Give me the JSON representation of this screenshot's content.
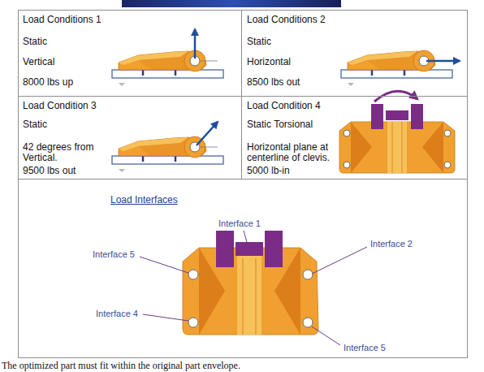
{
  "diagram": {
    "caption": "The optimized part must fit within the original part envelope.",
    "nodes": [
      {
        "text": [
          "Load Conditions 1",
          "Static",
          "Vertical",
          "8000 lbs up"
        ]
      },
      {
        "text": [
          "Load Conditions 2",
          "Static",
          "Horizontal",
          "8500 lbs out"
        ]
      },
      {
        "text": [
          "Load Condition 3",
          "Static",
          "42 degrees from Vertical.",
          "9500 lbs out"
        ]
      },
      {
        "text": [
          "Load Condition 4",
          "Static Torsional",
          "Horizontal plane at centerline of clevis.",
          "5000 lb-in"
        ]
      },
      {
        "text": [
          "Load Interfaces"
        ]
      }
    ],
    "labels": [
      "Interface 1",
      "Interface 2",
      "Interface 5",
      "Interface 4",
      "Interface 5"
    ]
  }
}
